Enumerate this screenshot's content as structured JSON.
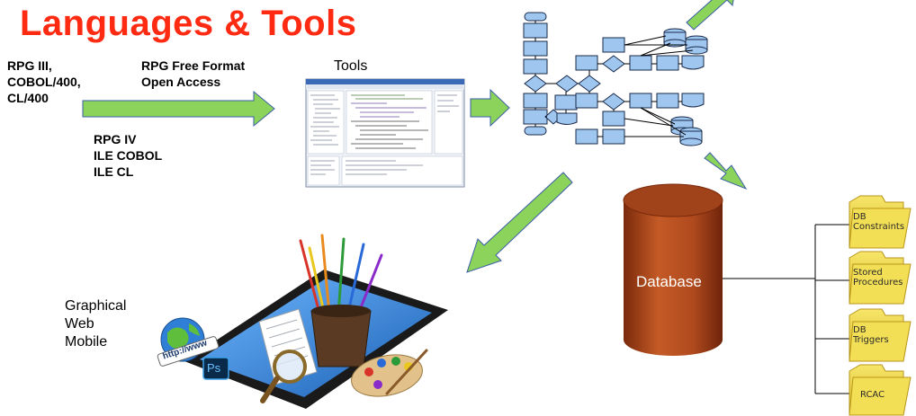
{
  "title": "Languages & Tools",
  "languages": {
    "legacy": "RPG III,\nCOBOL/400,\nCL/400",
    "free_format": "RPG Free Format\nOpen Access",
    "ile": "RPG IV\nILE COBOL\nILE CL"
  },
  "tools_label": "Tools",
  "graphical_label": "Graphical\nWeb\nMobile",
  "database_label": "Database",
  "folders": [
    {
      "label": "DB\nConstraints"
    },
    {
      "label": "Stored\nProcedures"
    },
    {
      "label": "DB\nTriggers"
    },
    {
      "label": "RCAC"
    }
  ],
  "tablet_url_text": "http://www",
  "ps_badge": "Ps",
  "colors": {
    "title": "#ff2a12",
    "arrow_fill": "#8bd35a",
    "arrow_stroke": "#3b5ea8",
    "flow_box": "#9fc6ef",
    "database": "#b04a1e",
    "folder": "#f2d94a"
  }
}
